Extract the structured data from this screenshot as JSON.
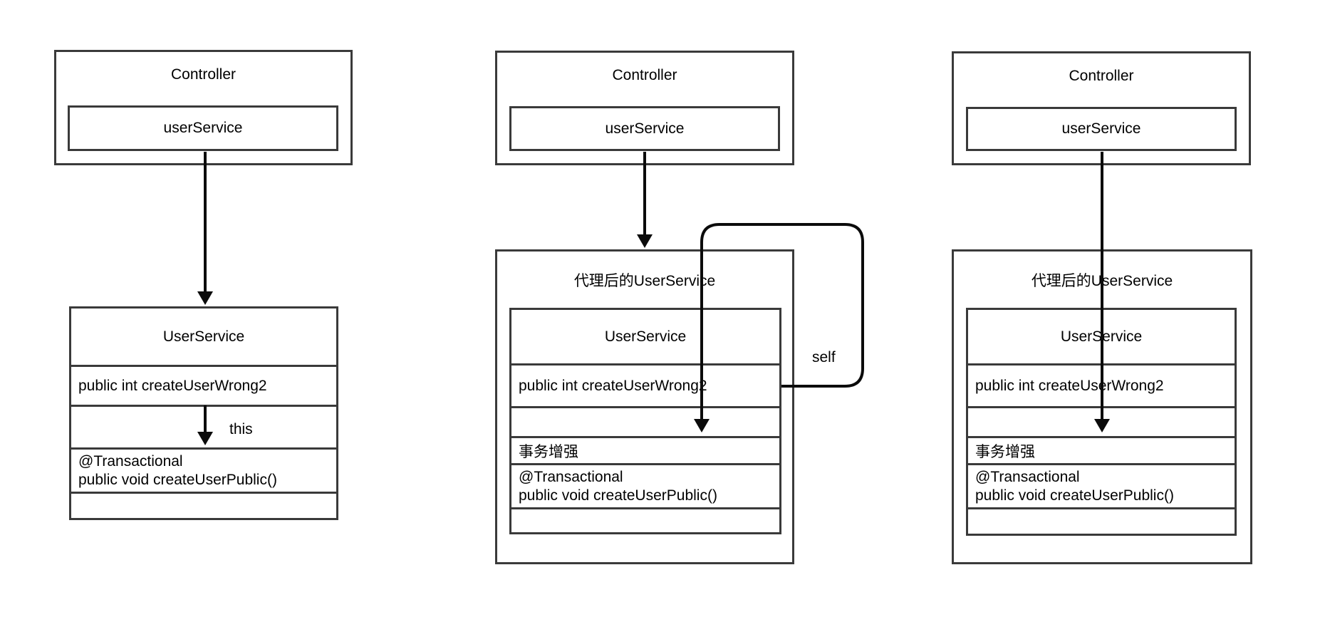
{
  "panels": {
    "left": {
      "controller_title": "Controller",
      "field_label": "userService",
      "class_title": "UserService",
      "method_label": "public int createUserWrong2",
      "call_label": "this",
      "annotation_line1": "@Transactional",
      "annotation_line2": "public void createUserPublic()"
    },
    "middle": {
      "controller_title": "Controller",
      "field_label": "userService",
      "proxy_title": "代理后的UserService",
      "class_title": "UserService",
      "method_label": "public int createUserWrong2",
      "enhance_label": "事务增强",
      "annotation_line1": "@Transactional",
      "annotation_line2": "public void createUserPublic()",
      "call_label": "self"
    },
    "right": {
      "controller_title": "Controller",
      "field_label": "userService",
      "proxy_title": "代理后的UserService",
      "class_title": "UserService",
      "method_label": "public int createUserWrong2",
      "enhance_label": "事务增强",
      "annotation_line1": "@Transactional",
      "annotation_line2": "public void createUserPublic()"
    }
  },
  "colors": {
    "box_border": "#3a3a3a",
    "connector": "#0b0b0b",
    "background": "#ffffff",
    "text": "#000000"
  }
}
